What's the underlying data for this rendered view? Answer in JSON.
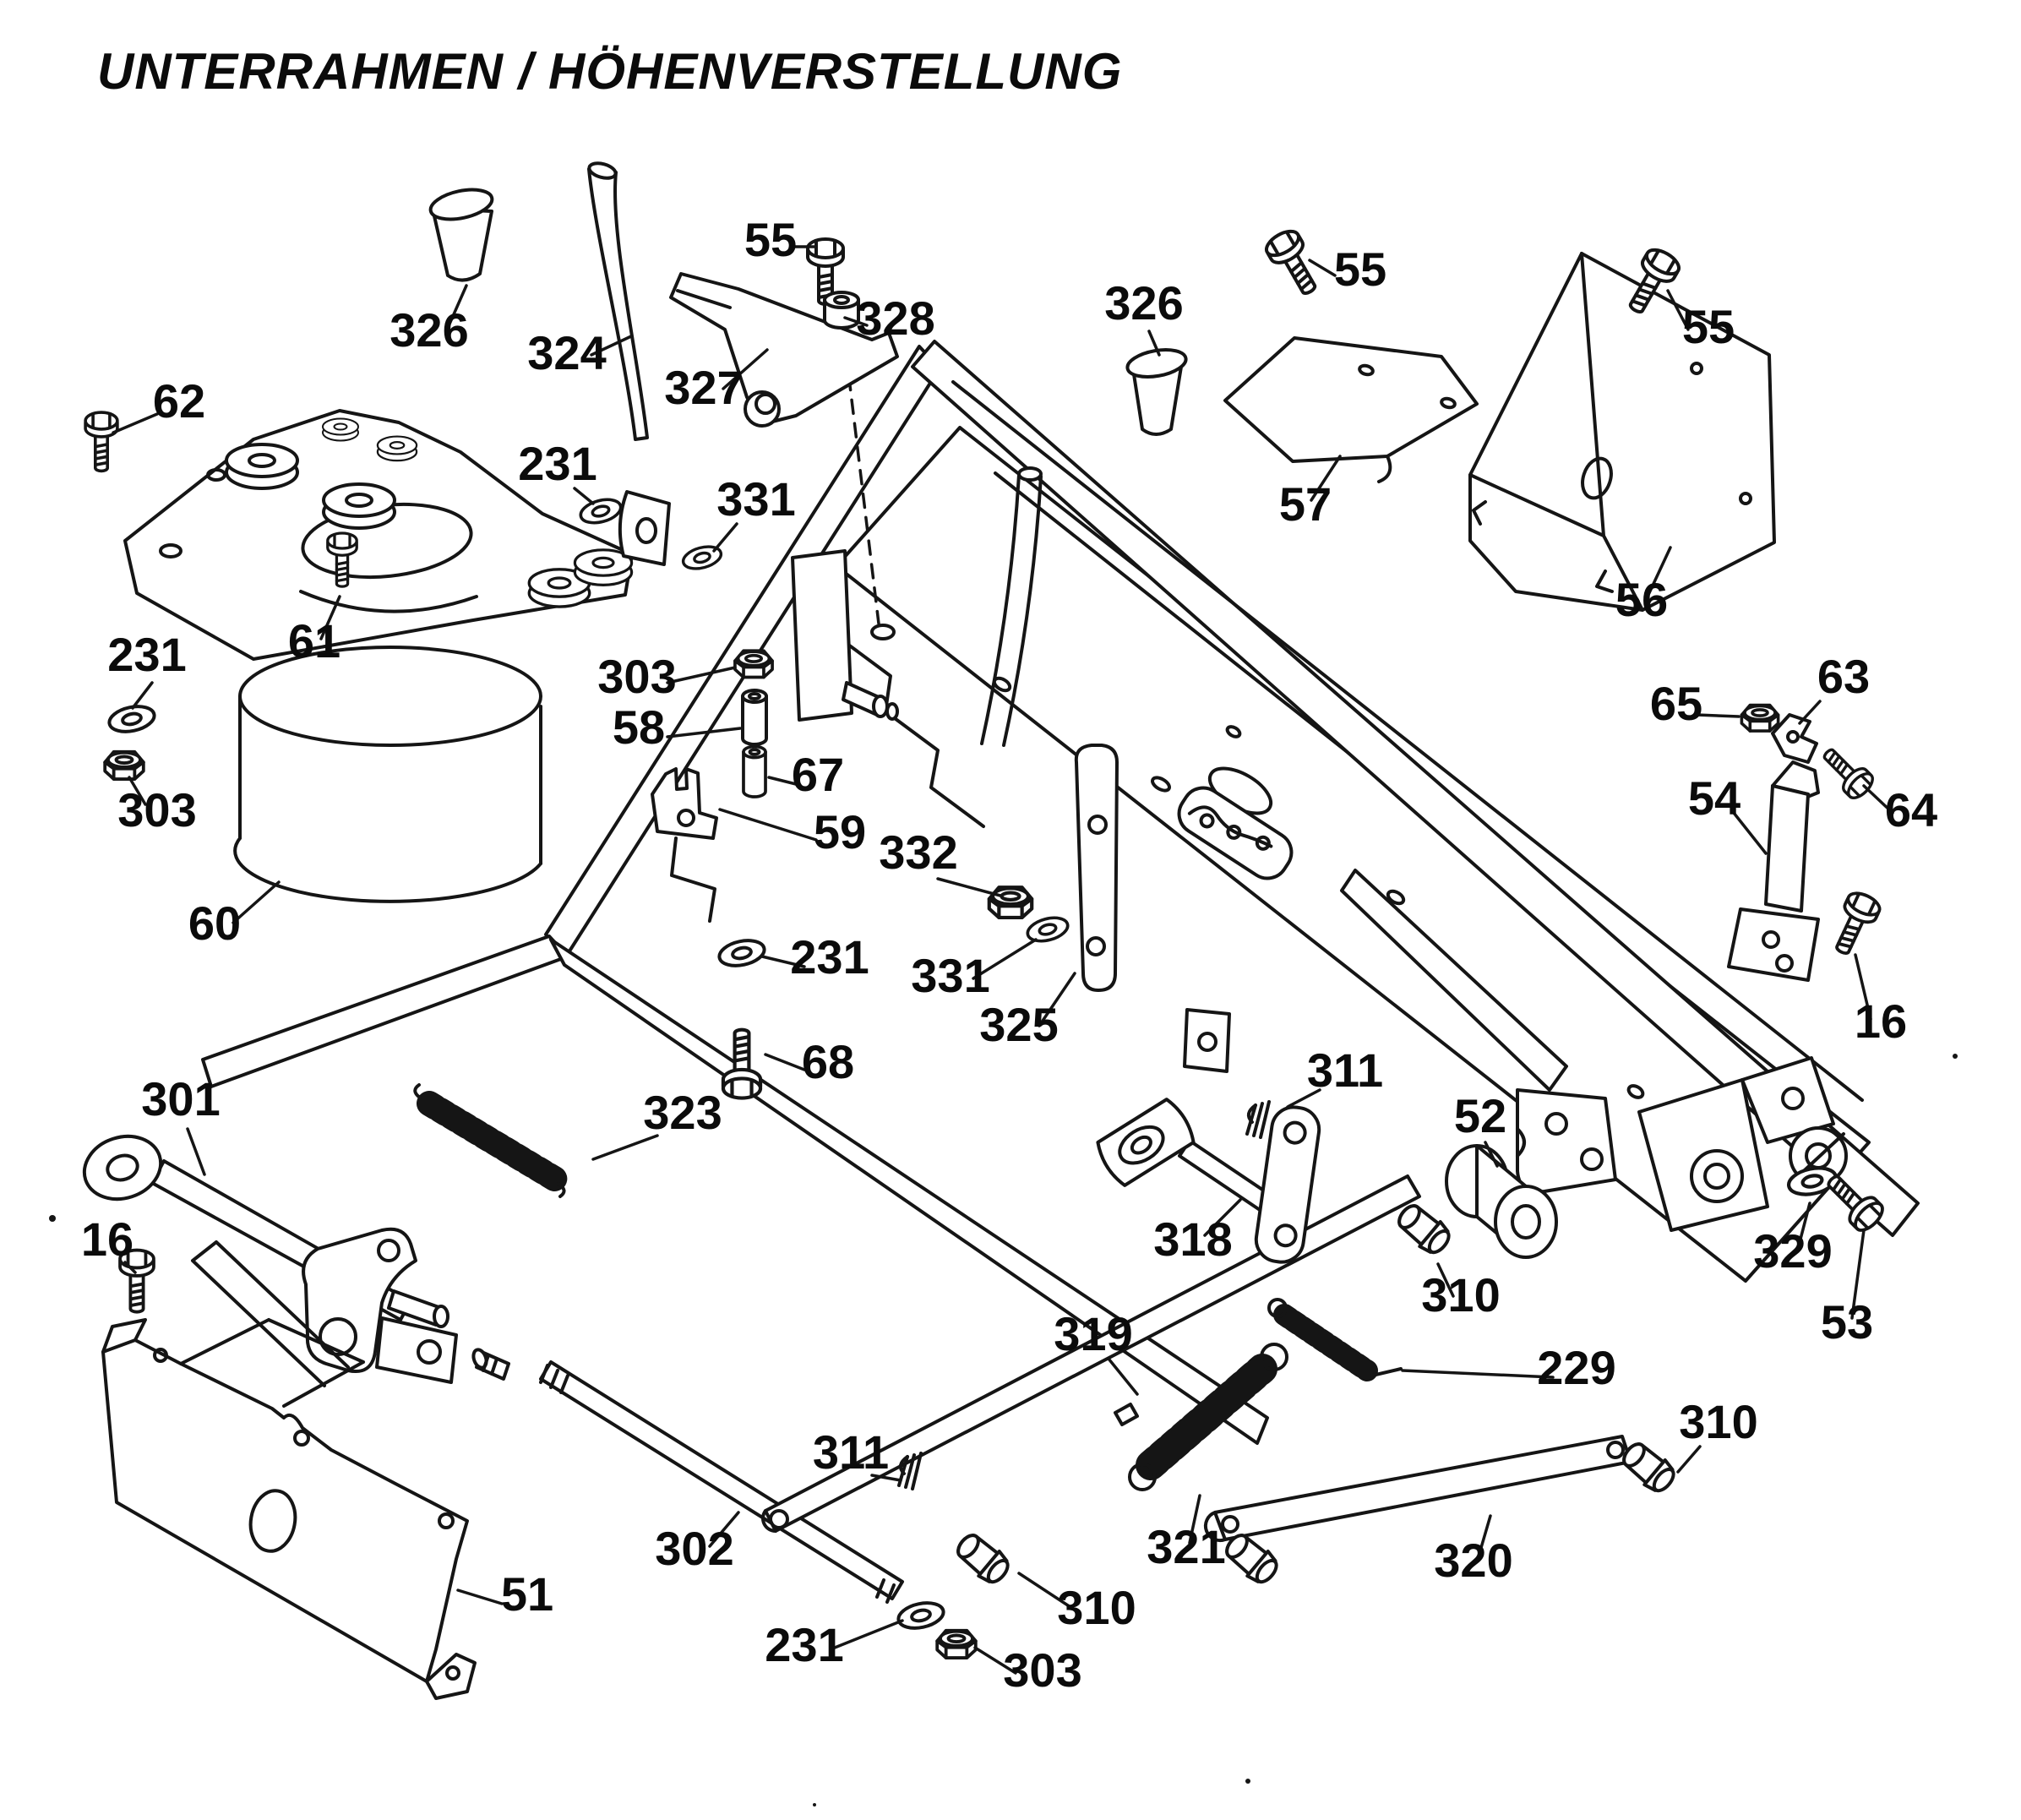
{
  "title": "UNTERRAHMEN / HÖHENVERSTELLUNG",
  "colors": {
    "ink": "#151515",
    "paper": "#ffffff"
  },
  "diagram": {
    "labels": [
      "326",
      "324",
      "55",
      "328",
      "327",
      "326",
      "55",
      "57",
      "55",
      "56",
      "62",
      "231",
      "303",
      "61",
      "60",
      "231",
      "331",
      "303",
      "58",
      "67",
      "59",
      "332",
      "331",
      "325",
      "231",
      "68",
      "323",
      "301",
      "16",
      "51",
      "302",
      "311",
      "231",
      "303",
      "310",
      "321",
      "320",
      "310",
      "229",
      "319",
      "318",
      "311",
      "52",
      "310",
      "329",
      "53",
      "65",
      "63",
      "64",
      "54",
      "16"
    ]
  }
}
